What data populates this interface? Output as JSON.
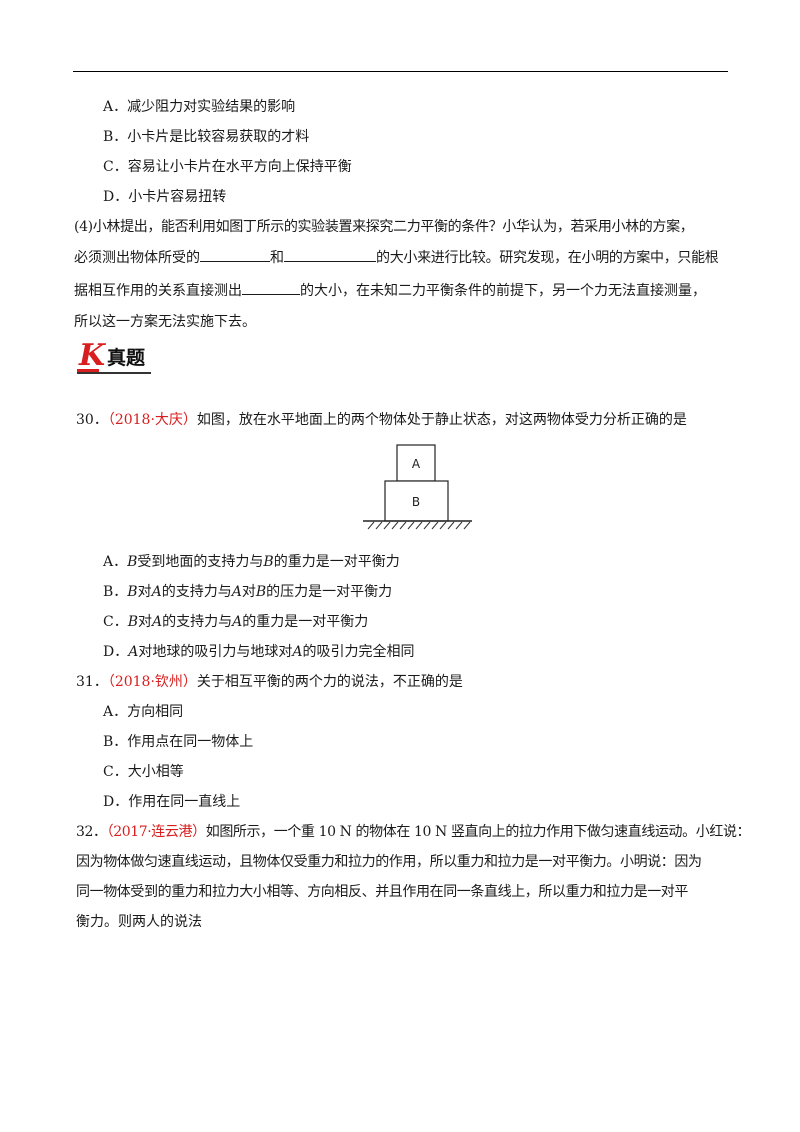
{
  "prev_options": [
    {
      "letter": "A．",
      "text": "减少阻力对实验结果的影响"
    },
    {
      "letter": "B．",
      "text": "小卡片是比较容易获取的才料"
    },
    {
      "letter": "C．",
      "text": "容易让小卡片在水平方向上保持平衡"
    },
    {
      "letter": "D．",
      "text": "小卡片容易扭转"
    }
  ],
  "q4": {
    "l1": "(4)小林提出，能否利用如图丁所示的实验装置来探究二力平衡的条件？小华认为，若采用小林的方案，",
    "l2a": "必须测出物体所受的",
    "l2b": "和",
    "l2c": "的大小来进行比较。研究发现，在小明的方案中，只能根",
    "l3a": "据相互作用的关系直接测出",
    "l3b": "的大小，在未知二力平衡条件的前提下，另一个力无法直接测量，",
    "l4": "所以这一方案无法实施下去。"
  },
  "section": {
    "k": "K",
    "title": "真题"
  },
  "q30": {
    "num": "30．",
    "source": "（2018·大庆）",
    "stem": "如图，放在水平地面上的两个物体处于静止状态，对这两物体受力分析正确的是",
    "fig_labels": {
      "top": "A",
      "bottom": "B"
    },
    "options": [
      {
        "letter": "A．",
        "v1": "B",
        "t1": "受到地面的支持力与",
        "v2": "B",
        "t2": "的重力是一对平衡力"
      },
      {
        "letter": "B．",
        "v1": "B",
        "t1": "对",
        "v2": "A",
        "t2": "的支持力与",
        "v3": "A",
        "t3": "对",
        "v4": "B",
        "t4": "的压力是一对平衡力"
      },
      {
        "letter": "C．",
        "v1": "B",
        "t1": "对",
        "v2": "A",
        "t2": "的支持力与",
        "v3": "A",
        "t3": "的重力是一对平衡力"
      },
      {
        "letter": "D．",
        "v1": "A",
        "t1": "对地球的吸引力与地球对",
        "v2": "A",
        "t2": "的吸引力完全相同"
      }
    ]
  },
  "q31": {
    "num": "31．",
    "source": "（2018·钦州）",
    "stem": "关于相互平衡的两个力的说法，不正确的是",
    "options": [
      {
        "letter": "A．",
        "text": "方向相同"
      },
      {
        "letter": "B．",
        "text": "作用点在同一物体上"
      },
      {
        "letter": "C．",
        "text": "大小相等"
      },
      {
        "letter": "D．",
        "text": "作用在同一直线上"
      }
    ]
  },
  "q32": {
    "num": "32．",
    "source": "（2017·连云港）",
    "l1": "如图所示，一个重 10 N 的物体在 10 N 竖直向上的拉力作用下做匀速直线运动。小红说：",
    "l2": "因为物体做匀速直线运动，且物体仅受重力和拉力的作用，所以重力和拉力是一对平衡力。小明说：因为",
    "l3": "同一物体受到的重力和拉力大小相等、方向相反、并且作用在同一条直线上，所以重力和拉力是一对平",
    "l4": "衡力。则两人的说法"
  }
}
